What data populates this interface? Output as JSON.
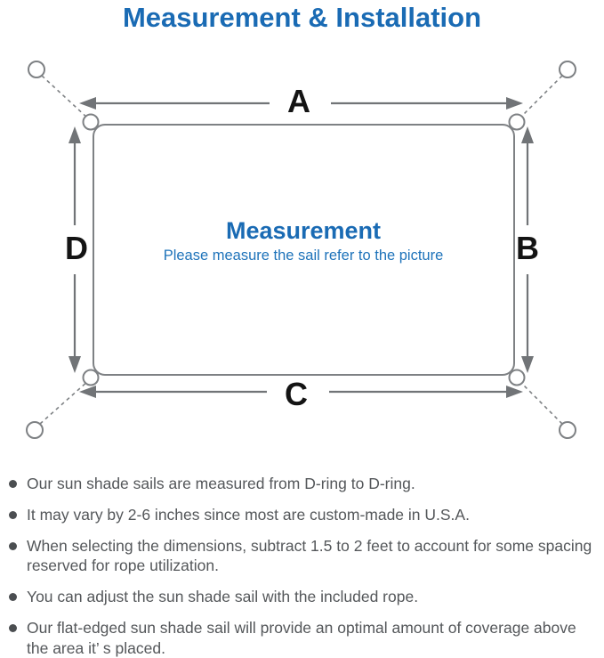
{
  "page_title": "Measurement & Installation",
  "diagram": {
    "center_title": "Measurement",
    "center_subtitle": "Please measure the sail refer to the picture",
    "dimension_labels": {
      "top": "A",
      "right": "B",
      "bottom": "C",
      "left": "D"
    }
  },
  "notes": [
    "Our sun shade sails are measured from D-ring to D-ring.",
    "It may vary by 2-6 inches since most are custom-made in U.S.A.",
    "When selecting the dimensions, subtract 1.5 to 2 feet to account for some spacing reserved for rope utilization.",
    "You can adjust the sun shade sail with the included rope.",
    "Our flat-edged sun shade sail will provide an optimal amount of coverage above the area it’ s placed."
  ],
  "colors": {
    "title_blue": "#1a6bb4",
    "subtitle_blue": "#1e73ba",
    "diagram_gray": "#7e8184",
    "arrow_gray": "#717477",
    "label_black": "#141414",
    "note_text_gray": "#54575a"
  }
}
